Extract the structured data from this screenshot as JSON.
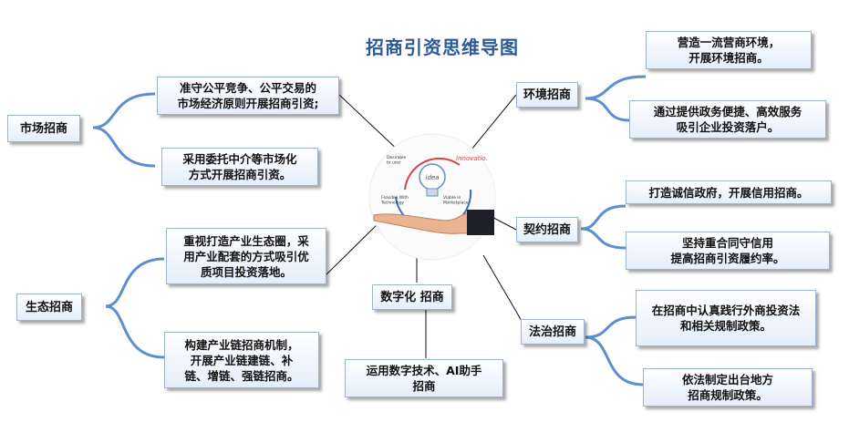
{
  "title": "招商引资思维导图",
  "center": {
    "labels": {
      "desirable": "Desirable\nto user",
      "innovation": "Innovatio.",
      "idea": "idea",
      "feasible": "Feasible With\nTechnology",
      "viable": "Viable in\nMarketplace"
    }
  },
  "branches": {
    "market": {
      "label": "市场招商",
      "items": [
        "准守公平竞争、公平交易的\n市场经济原则开展招商引资;",
        "采用委托中介等市场化\n方式开展招商引资。"
      ]
    },
    "environment": {
      "label": "环境招商",
      "items": [
        "营造一流营商环境，\n开展环境招商。",
        "通过提供政务便捷、高效服务\n吸引企业投资落户。"
      ]
    },
    "contract": {
      "label": "契约招商",
      "items": [
        "打造诚信政府，开展信用招商。",
        "坚持重合同守信用\n提高招商引资履约率。"
      ]
    },
    "ecology": {
      "label": "生态招商",
      "items": [
        "重视打造产业生态圈，采\n用产业配套的方式吸引优\n质项目投资落地。",
        "构建产业链招商机制，\n开展产业链建链、补\n链、增链、强链招商。"
      ]
    },
    "digital": {
      "label": "数字化 招商",
      "items": [
        "运用数字技术、AI助手\n招商"
      ]
    },
    "law": {
      "label": "法治招商",
      "items": [
        "在招商中认真践行外商投资法\n和相关规制政策。",
        "依法制定出台地方\n招商规制政策。"
      ]
    }
  },
  "colors": {
    "title": "#2c5a96",
    "brace": "#5b8fd1",
    "box_border": "#9bb4d6"
  }
}
